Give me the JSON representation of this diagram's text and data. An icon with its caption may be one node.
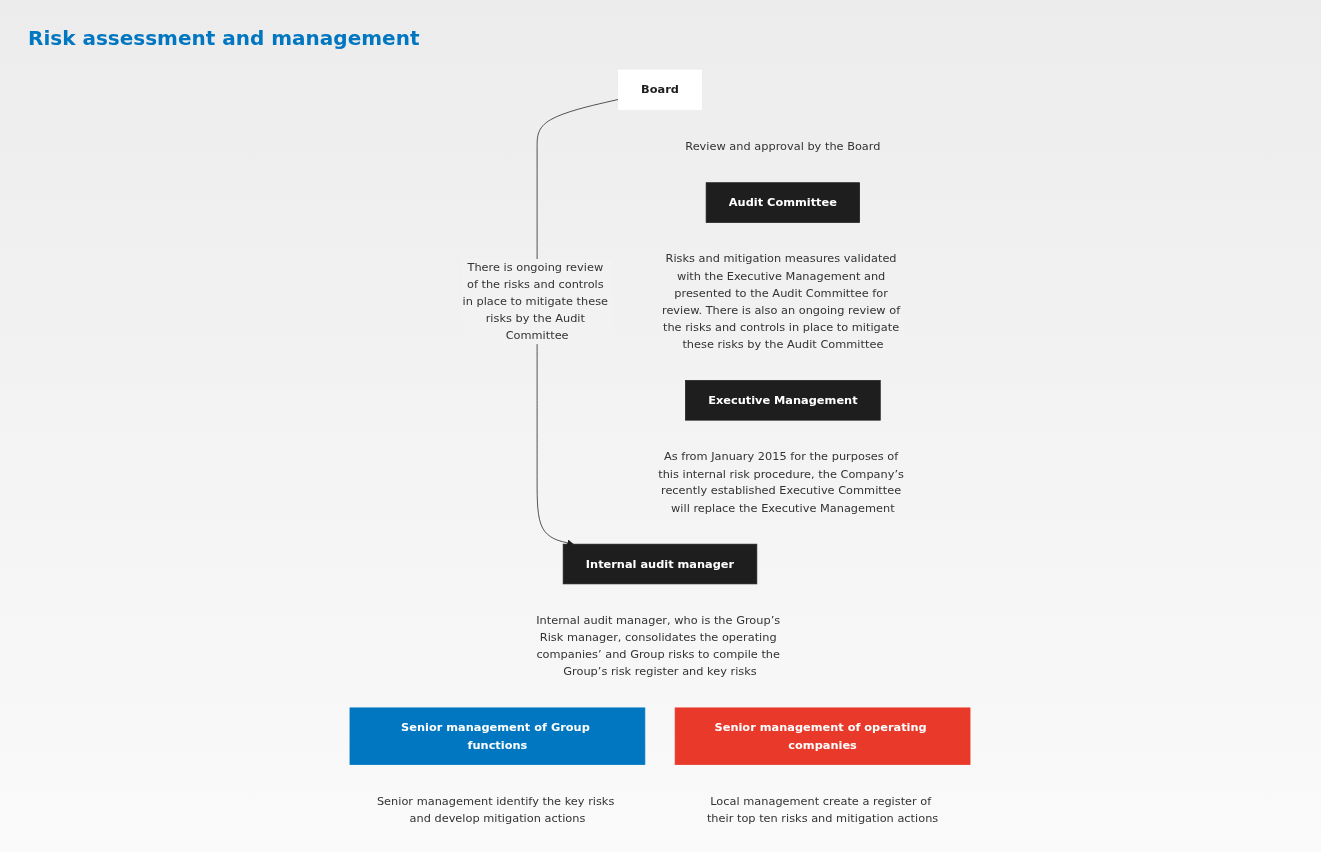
{
  "diagram": {
    "title": "Risk assessment and management",
    "nodes": [
      {
        "text": [
          "Board"
        ],
        "beside": [
          "Review and approval by the Board"
        ]
      },
      {
        "text": [
          "Audit Committee"
        ],
        "beside": [
          "Risks and mitigation measures validated with the Executive Management and presented to the Audit Committee for review. There is also an ongoing review of the risks and controls in place to mitigate these risks by the Audit Committee"
        ]
      },
      {
        "text": [
          "Executive Management"
        ],
        "beside": [
          "As from January 2015 for the purposes of this internal risk procedure, the Company’s recently established Executive Committee will replace the Executive Management"
        ]
      },
      {
        "text": [
          "Internal audit manager"
        ],
        "beside": [
          "Internal audit manager, who is the Group’s Risk manager, consolidates the operating companies’ and Group risks to compile the Group’s risk register and key risks"
        ]
      },
      {
        "text": [
          "Senior management of Group functions"
        ],
        "beside": [
          "Senior management identify the key risks and develop mitigation actions"
        ]
      },
      {
        "text": [
          "Senior management of operating companies"
        ],
        "beside": [
          "Local management create a register of their top ten risks and mitigation actions"
        ]
      }
    ],
    "edges": [
      {
        "from": 0,
        "to": 3,
        "arrow": "to",
        "label": "There is ongoing review of the risks and controls in place to mitigate these risks by the Audit Committee"
      }
    ]
  }
}
